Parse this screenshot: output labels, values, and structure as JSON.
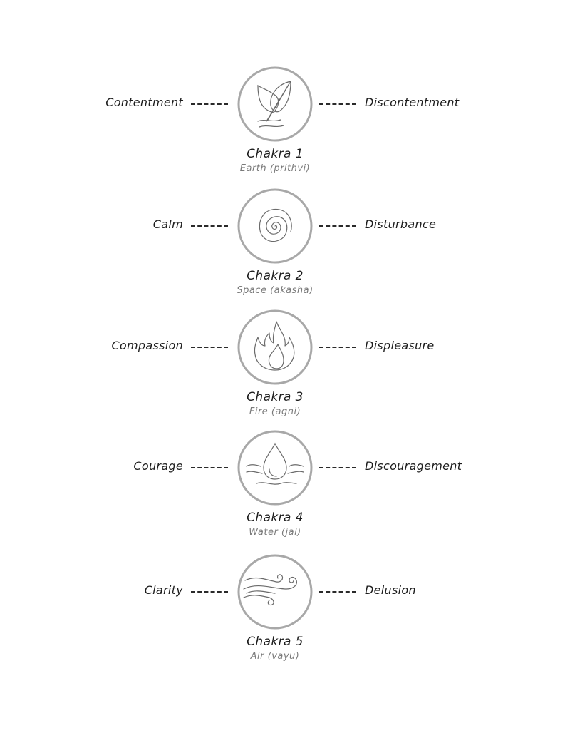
{
  "diagram": {
    "colors": {
      "text": "#1c1c1c",
      "subtitle": "#7a7a7a",
      "circle": "#a8a8a8",
      "icon_stroke": "#6a6a6a"
    },
    "chakras": [
      {
        "title": "Chakra 1",
        "element": "Earth (prithvi)",
        "left_label": "Contentment",
        "right_label": "Discontentment",
        "icon": "leaf-sprout-icon"
      },
      {
        "title": "Chakra 2",
        "element": "Space (akasha)",
        "left_label": "Calm",
        "right_label": "Disturbance",
        "icon": "spiral-icon"
      },
      {
        "title": "Chakra 3",
        "element": "Fire (agni)",
        "left_label": "Compassion",
        "right_label": "Displeasure",
        "icon": "flame-icon"
      },
      {
        "title": "Chakra 4",
        "element": "Water (jal)",
        "left_label": "Courage",
        "right_label": "Discouragement",
        "icon": "water-drop-icon"
      },
      {
        "title": "Chakra 5",
        "element": "Air (vayu)",
        "left_label": "Clarity",
        "right_label": "Delusion",
        "icon": "wind-icon"
      }
    ]
  }
}
